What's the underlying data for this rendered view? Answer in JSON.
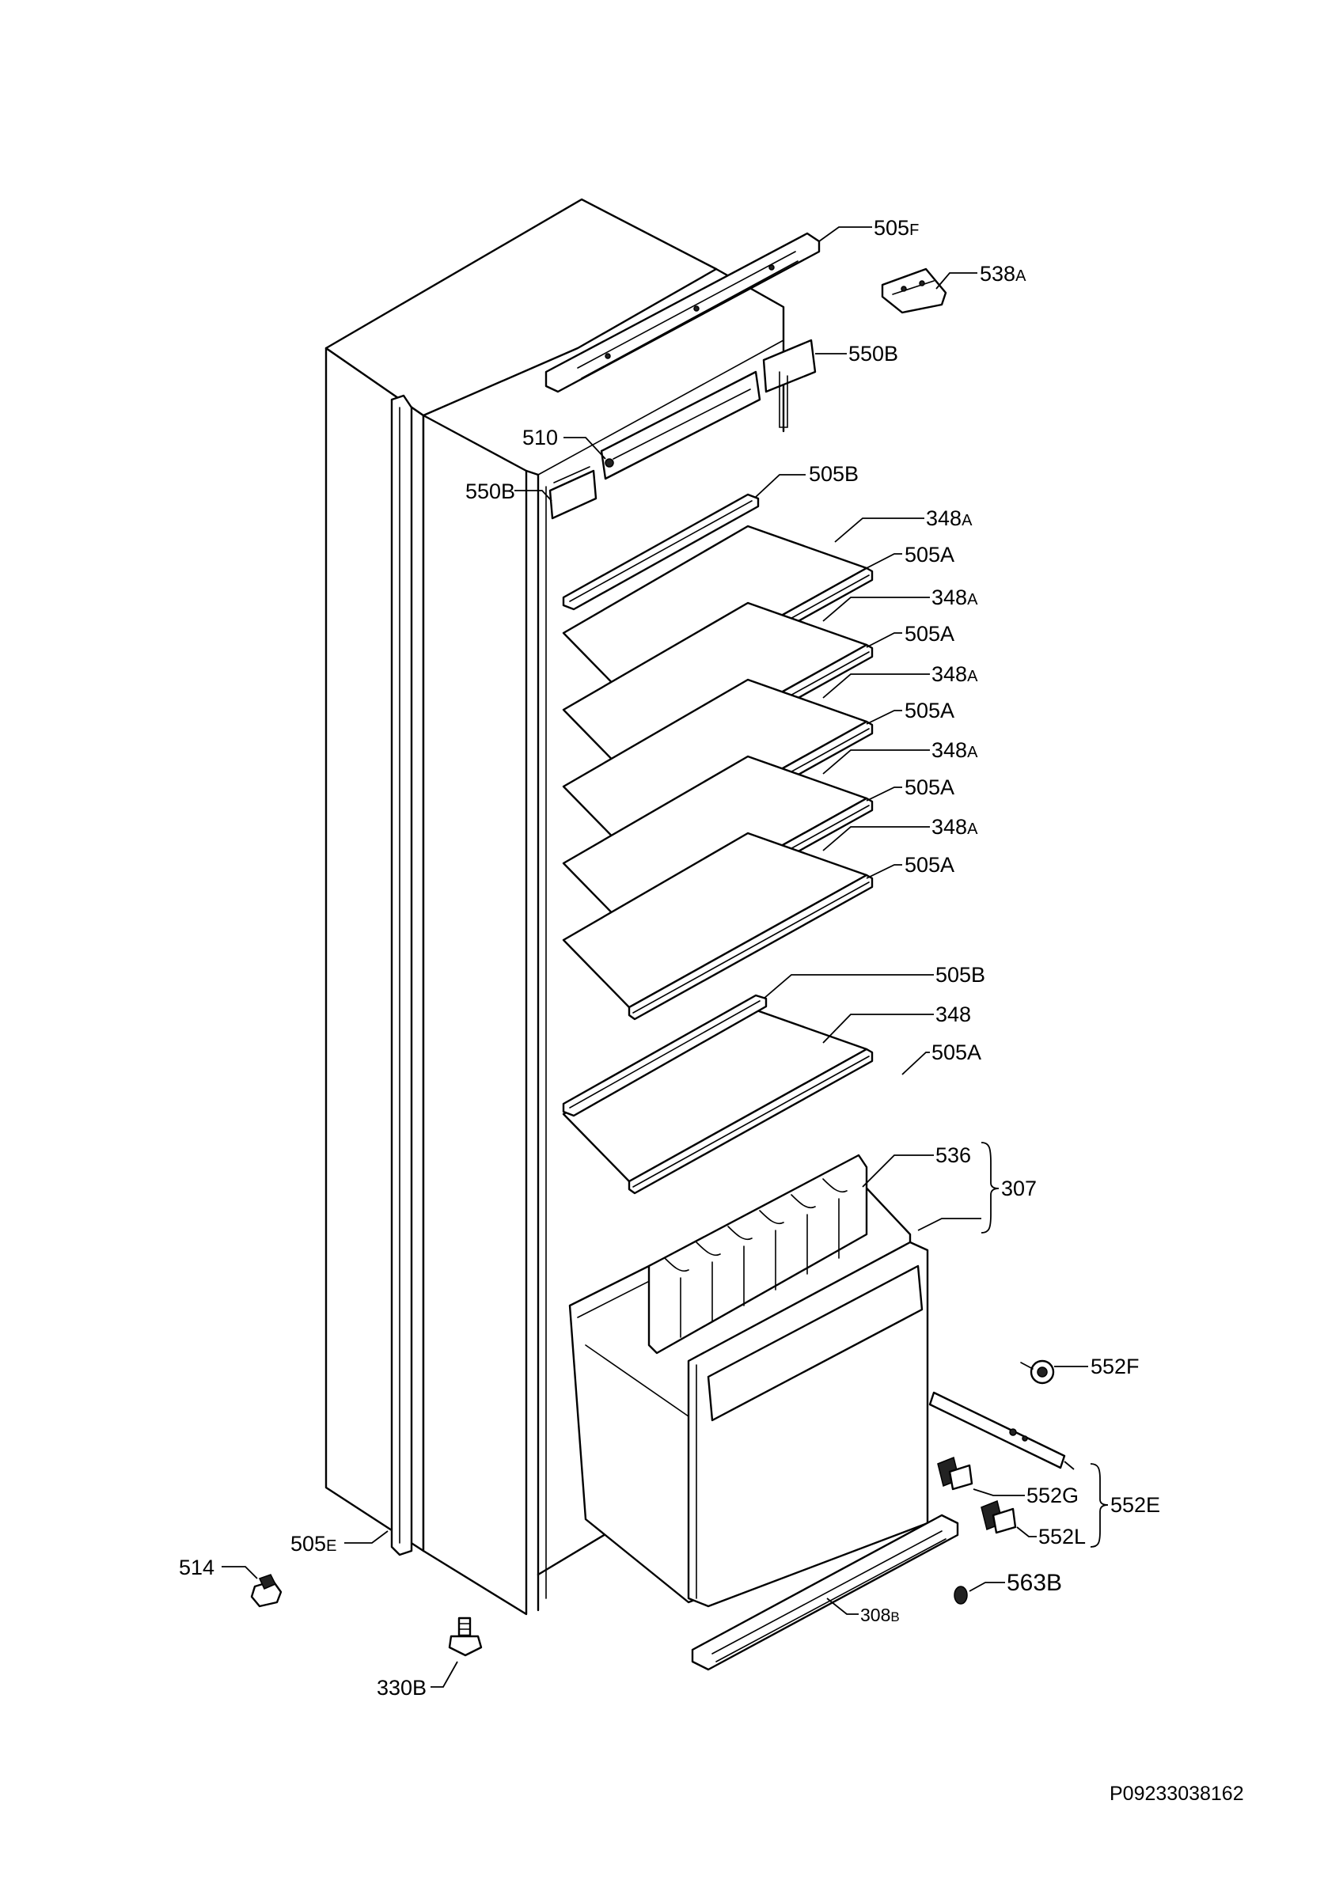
{
  "labels": {
    "l505F": {
      "num": "505",
      "suffix": "F"
    },
    "l538A": {
      "num": "538",
      "suffix": "A"
    },
    "l550B_top": {
      "num": "550B",
      "suffix": ""
    },
    "l510": {
      "num": "510",
      "suffix": ""
    },
    "l550B_left": {
      "num": "550B",
      "suffix": ""
    },
    "l505B_top": {
      "num": "505B",
      "suffix": ""
    },
    "l348A_1": {
      "num": "348",
      "suffix": "A"
    },
    "l505A_1": {
      "num": "505A",
      "suffix": ""
    },
    "l348A_2": {
      "num": "348",
      "suffix": "A"
    },
    "l505A_2": {
      "num": "505A",
      "suffix": ""
    },
    "l348A_3": {
      "num": "348",
      "suffix": "A"
    },
    "l505A_3": {
      "num": "505A",
      "suffix": ""
    },
    "l348A_4": {
      "num": "348",
      "suffix": "A"
    },
    "l505A_4": {
      "num": "505A",
      "suffix": ""
    },
    "l348A_5": {
      "num": "348",
      "suffix": "A"
    },
    "l505A_5": {
      "num": "505A",
      "suffix": ""
    },
    "l505B_bottom": {
      "num": "505B",
      "suffix": ""
    },
    "l348": {
      "num": "348",
      "suffix": ""
    },
    "l505A_6": {
      "num": "505A",
      "suffix": ""
    },
    "l536": {
      "num": "536",
      "suffix": ""
    },
    "l307": {
      "num": "307",
      "suffix": ""
    },
    "l552F": {
      "num": "552F",
      "suffix": ""
    },
    "l552G": {
      "num": "552G",
      "suffix": ""
    },
    "l552E": {
      "num": "552E",
      "suffix": ""
    },
    "l552L": {
      "num": "552L",
      "suffix": ""
    },
    "l563B": {
      "num": "563B",
      "suffix": ""
    },
    "l308B": {
      "num": "308",
      "suffix": "B"
    },
    "l505E": {
      "num": "505",
      "suffix": "E"
    },
    "l514": {
      "num": "514",
      "suffix": ""
    },
    "l330B": {
      "num": "330B",
      "suffix": ""
    }
  },
  "drawing_code": "P09233038162"
}
